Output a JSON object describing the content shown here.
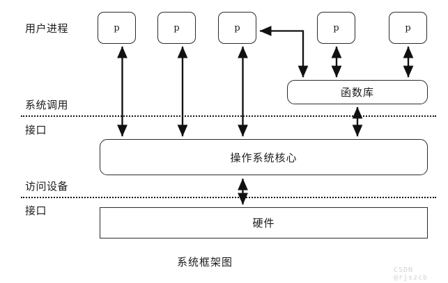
{
  "diagram": {
    "caption": "系统框架图",
    "watermark": "CSDN @rjszcb",
    "colors": {
      "stroke": "#2a2a2a",
      "text": "#1b1b1b",
      "background": "#ffffff",
      "watermark": "#d2d2d2"
    },
    "row_labels": [
      {
        "name": "user-process",
        "text": "用户进程"
      },
      {
        "name": "syscall-upper",
        "text": "系统调用"
      },
      {
        "name": "syscall-lower",
        "text": "接口"
      },
      {
        "name": "device-upper",
        "text": "访问设备"
      },
      {
        "name": "device-lower",
        "text": "接口"
      }
    ],
    "processes": [
      {
        "label": "p"
      },
      {
        "label": "p"
      },
      {
        "label": "p"
      },
      {
        "label": "p"
      },
      {
        "label": "p"
      }
    ],
    "library_box": {
      "label": "函数库"
    },
    "kernel_box": {
      "label": "操作系统核心"
    },
    "hardware_box": {
      "label": "硬件"
    },
    "separators": [
      {
        "name": "system-call-interface-line"
      },
      {
        "name": "device-access-interface-line"
      }
    ],
    "connections": [
      {
        "name": "proc1-kernel",
        "type": "double-arrow"
      },
      {
        "name": "proc2-kernel",
        "type": "double-arrow"
      },
      {
        "name": "proc3-kernel",
        "type": "double-arrow"
      },
      {
        "name": "library-to-proc3",
        "type": "single-arrow-elbow"
      },
      {
        "name": "proc4-library",
        "type": "double-arrow"
      },
      {
        "name": "proc5-library",
        "type": "double-arrow"
      },
      {
        "name": "library-kernel",
        "type": "double-arrow"
      },
      {
        "name": "kernel-hardware",
        "type": "double-arrow"
      }
    ]
  }
}
